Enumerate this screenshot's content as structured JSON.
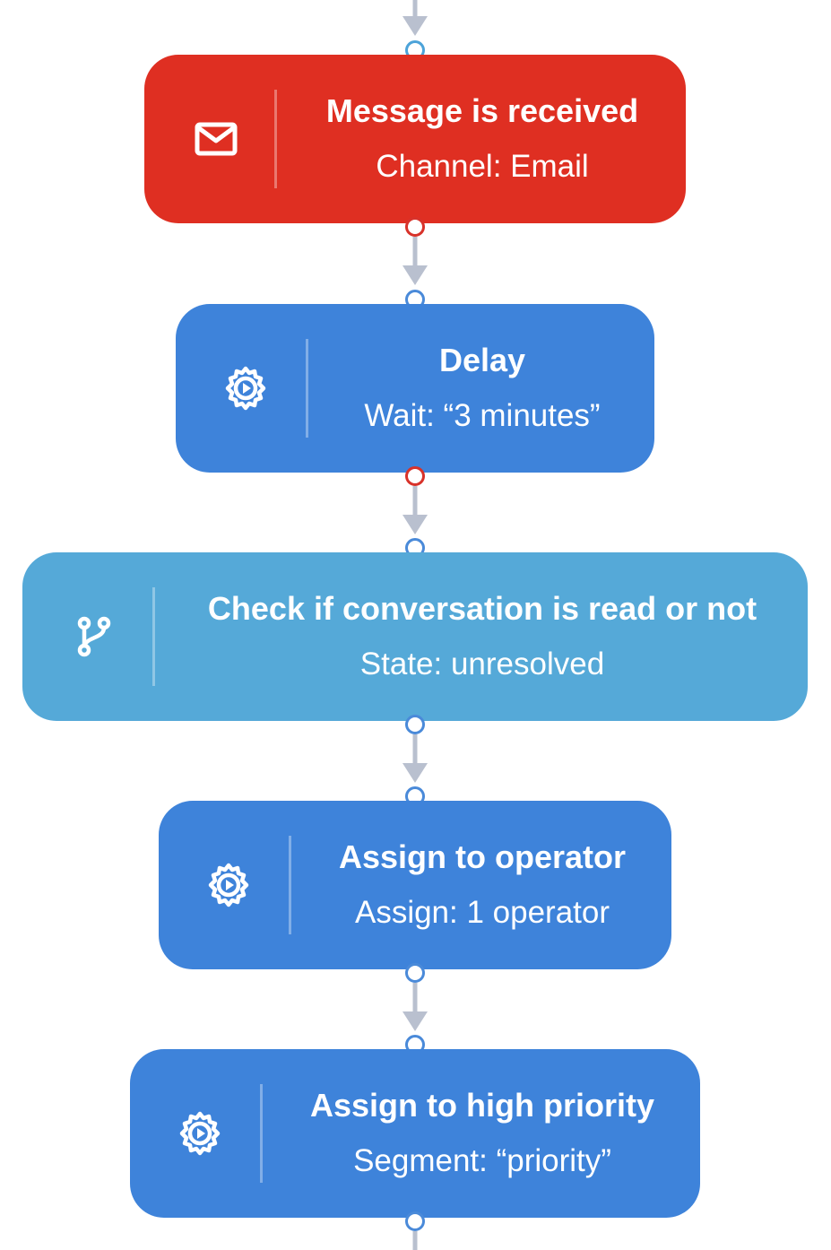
{
  "colors": {
    "trigger": "#df2f22",
    "action": "#3e83da",
    "condition": "#55a9d8",
    "connector": "#b9c0cf",
    "port_blue": "#4a8ad9",
    "port_red": "#d8322a"
  },
  "nodes": [
    {
      "id": "message-received",
      "icon": "envelope-icon",
      "title": "Message is received",
      "subtitle": "Channel: Email"
    },
    {
      "id": "delay",
      "icon": "gear-play-icon",
      "title": "Delay",
      "subtitle": "Wait: “3 minutes”"
    },
    {
      "id": "check-read",
      "icon": "branch-icon",
      "title": "Check if conversation is read or not",
      "subtitle": "State: unresolved"
    },
    {
      "id": "assign-operator",
      "icon": "gear-play-icon",
      "title": "Assign to operator",
      "subtitle": "Assign: 1 operator"
    },
    {
      "id": "assign-priority",
      "icon": "gear-play-icon",
      "title": "Assign to high priority",
      "subtitle": "Segment: “priority”"
    }
  ]
}
